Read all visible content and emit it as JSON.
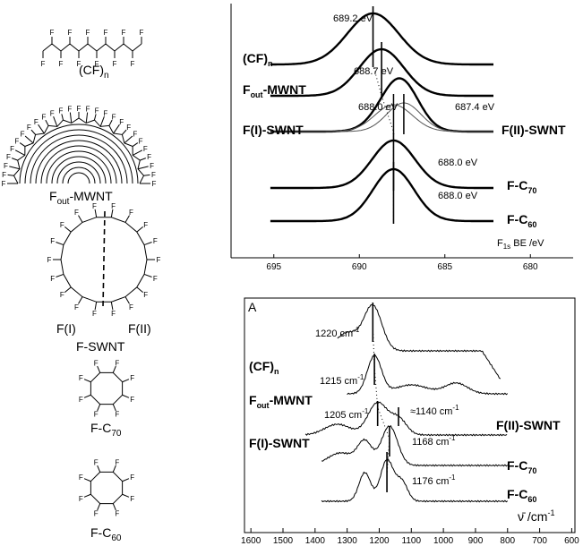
{
  "structures": {
    "cf_label": "(CF)",
    "cf_sub": "n",
    "mwnt_label_a": "F",
    "mwnt_label_sub": "out",
    "mwnt_label_b": "-MWNT",
    "swnt_fi": "F(I)",
    "swnt_fii": "F(II)",
    "swnt_label": "F-SWNT",
    "c70_label_a": "F-C",
    "c70_sub": "70",
    "c60_label_a": "F-C",
    "c60_sub": "60",
    "atom": "F"
  },
  "chart_data": [
    {
      "type": "line",
      "title": "",
      "xlabel_a": "F",
      "xlabel_sub": "1s",
      "xlabel_b": " BE /eV",
      "xlim": [
        697.5,
        677.5
      ],
      "x_ticks": [
        "695",
        "690",
        "685",
        "680"
      ],
      "x_tick_values": [
        695,
        690,
        685,
        680
      ],
      "series": [
        {
          "name": "(CF)",
          "sub": "n",
          "peak": 689.2,
          "peak_label": "689.2 eV"
        },
        {
          "name": "-MWNT",
          "pre": "F",
          "sub": "out",
          "peak": 688.7,
          "peak_label": "688.7 eV"
        },
        {
          "name": "F(I)-SWNT",
          "name2": "F(II)-SWNT",
          "peak": 688.0,
          "peak_label": "688.0 eV",
          "peak2": 687.4,
          "peak2_label": "687.4 eV"
        },
        {
          "name": "F-C",
          "sub": "70",
          "peak": 688.0,
          "peak_label": "688.0 eV"
        },
        {
          "name": "F-C",
          "sub": "60",
          "peak": 688.0,
          "peak_label": "688.0 eV"
        }
      ]
    },
    {
      "type": "line",
      "title": "",
      "panel_label": "A",
      "xlabel": "ν̄ /cm",
      "xlabel_sup": "-1",
      "xlim": [
        1620,
        590
      ],
      "x_ticks": [
        "1600",
        "1500",
        "1400",
        "1300",
        "1200",
        "1100",
        "1000",
        "900",
        "800",
        "700",
        "600"
      ],
      "x_tick_values": [
        1600,
        1500,
        1400,
        1300,
        1200,
        1100,
        1000,
        900,
        800,
        700,
        600
      ],
      "series": [
        {
          "name": "(CF)",
          "sub": "n",
          "peak": 1220,
          "peak_label": "1220 cm",
          "sup": "-1"
        },
        {
          "name": "-MWNT",
          "pre": "F",
          "sub": "out",
          "peak": 1215,
          "peak_label": "1215 cm",
          "sup": "-1"
        },
        {
          "name": "F(II)-SWNT",
          "peak": 1205,
          "peak_label": "1205 cm",
          "sup": "-1",
          "extra_label": "≈1140 cm",
          "extra": 1140
        },
        {
          "name": "F(I)-SWNT"
        },
        {
          "name": "F-C",
          "sub": "70",
          "peak": 1168,
          "peak_label": "1168 cm",
          "sup": "-1"
        },
        {
          "name": "F-C",
          "sub": "60",
          "peak": 1176,
          "peak_label": "1176 cm",
          "sup": "-1"
        }
      ]
    }
  ]
}
